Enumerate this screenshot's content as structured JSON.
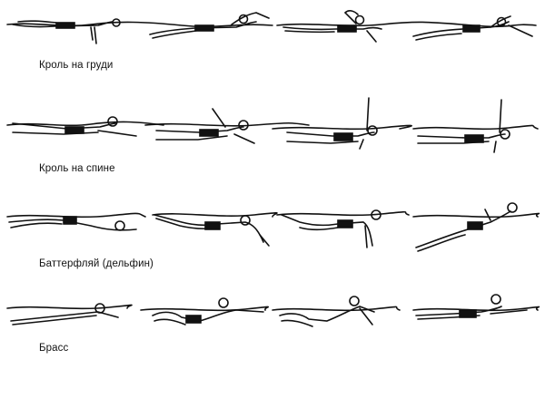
{
  "rows": [
    {
      "label": "Кроль на груди"
    },
    {
      "label": "Кроль на спине"
    },
    {
      "label": "Баттерфляй (дельфин)"
    },
    {
      "label": "Брасс"
    }
  ],
  "colors": {
    "ink": "#111111",
    "background": "#ffffff"
  }
}
